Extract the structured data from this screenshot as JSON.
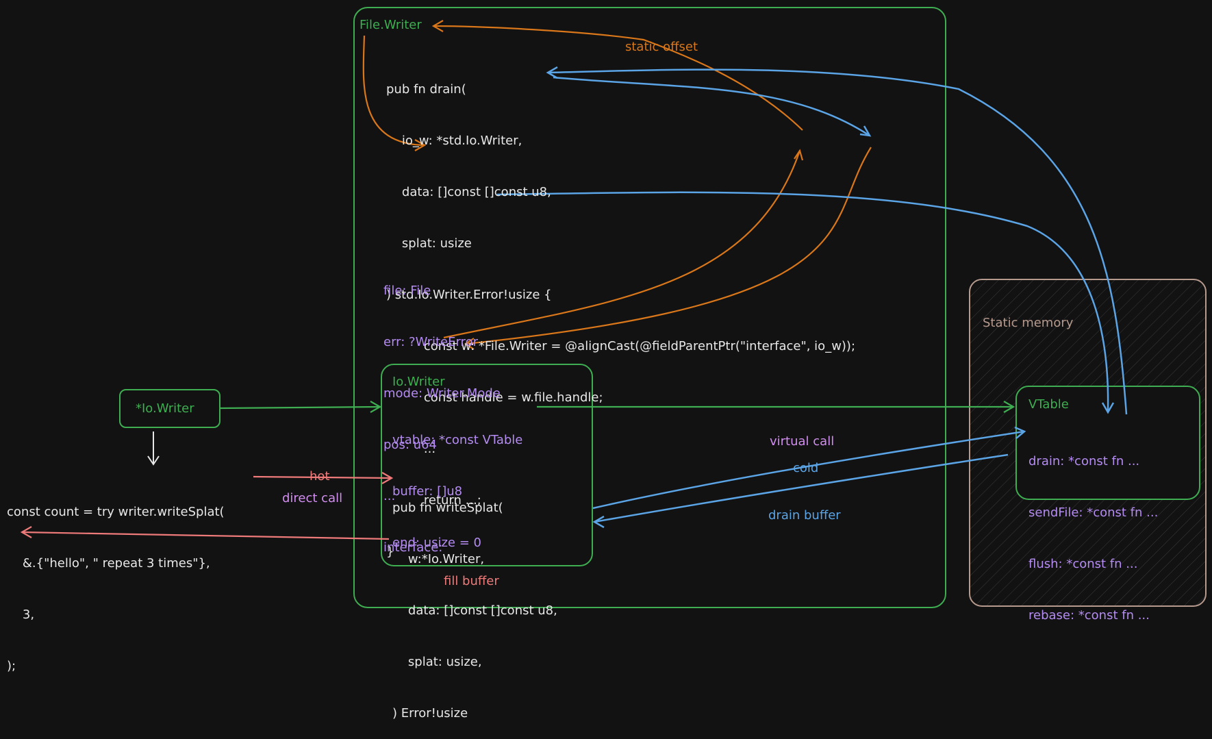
{
  "file_writer": {
    "title": "File.Writer",
    "drain_code": [
      "pub fn drain(",
      "    io_w: *std.Io.Writer,",
      "    data: []const []const u8,",
      "    splat: usize",
      ") std.Io.Writer.Error!usize {",
      "    const w: *File.Writer = @alignCast(@fieldParentPtr(\"interface\", io_w));",
      "    const handle = w.file.handle;",
      "    ...",
      "    return ...;",
      "}"
    ],
    "fields": [
      "file: File",
      "err: ?WriteError",
      "mode: Writer.Mode",
      "pos: u64",
      "...",
      "interface:"
    ]
  },
  "io_writer": {
    "title": "Io.Writer",
    "fields": [
      "vtable: *const VTable",
      "buffer: []u8",
      "end: usize = 0"
    ],
    "write_splat_code": [
      "pub fn writeSplat(",
      "    w:*Io.Writer,",
      "    data: []const []const u8,",
      "    splat: usize,",
      ") Error!usize"
    ]
  },
  "io_writer_ptr": {
    "label": "*Io.Writer"
  },
  "caller_code": [
    "const count = try writer.writeSplat(",
    "    &.{\"hello\", \" repeat 3 times\"},",
    "    3,",
    ");"
  ],
  "static_memory": {
    "title": "Static memory",
    "vtable": {
      "title": "VTable",
      "entries": [
        "drain: *const fn ...",
        "sendFile: *const fn ...",
        "flush: *const fn ...",
        "rebase: *const fn ..."
      ]
    }
  },
  "labels": {
    "static_offset": "static offset",
    "hot": "hot",
    "direct_call": "direct call",
    "fill_buffer": "fill buffer",
    "virtual_call": "virtual call",
    "cold": "cold",
    "drain_buffer": "drain buffer"
  },
  "colors": {
    "background": "#121212",
    "green": "#3fae52",
    "purple": "#b48cf2",
    "orange": "#d9771a",
    "blue": "#5ba4e6",
    "pink": "#ef7a7a"
  }
}
